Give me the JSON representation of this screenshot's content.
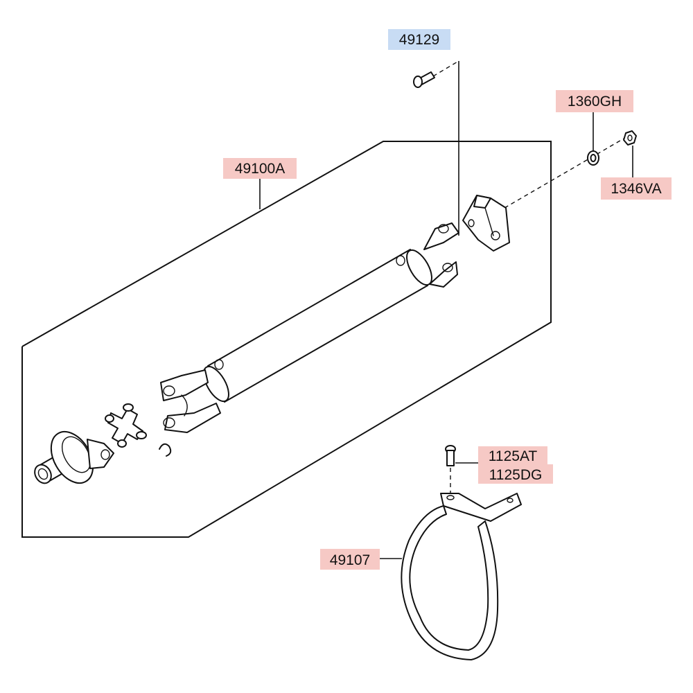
{
  "colors": {
    "label_red": "#f6c9c5",
    "label_blue": "#c8dcf4",
    "line": "#111111",
    "background": "#ffffff"
  },
  "labels": {
    "mounting_bolt": "49129",
    "washer": "1360GH",
    "nut": "1346VA",
    "shaft_assembly": "49100A",
    "bracket_bolt_a": "1125AT",
    "bracket_bolt_b": "1125DG",
    "support_bracket": "49107"
  }
}
